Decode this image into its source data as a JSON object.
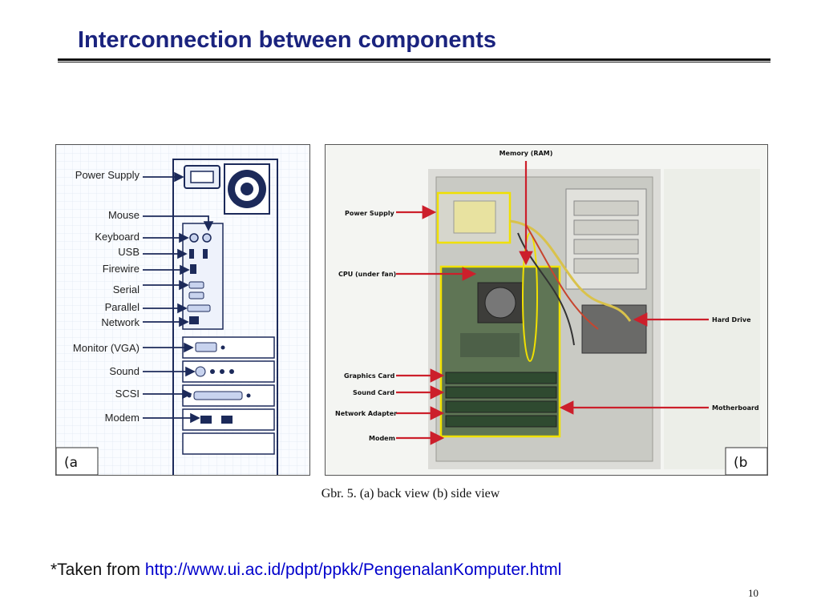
{
  "slide": {
    "title": "Interconnection between components",
    "caption": "Gbr. 5. (a) back view (b) side view",
    "credit_prefix": "*Taken from ",
    "credit_link": "http://www.ui.ac.id/pdpt/ppkk/PengenalanKomputer.html",
    "page_number": "10"
  },
  "figure_a": {
    "labels": [
      "Power Supply",
      "Mouse",
      "Keyboard",
      "USB",
      "Firewire",
      "Serial",
      "Parallel",
      "Network",
      "Monitor (VGA)",
      "Sound",
      "SCSI",
      "Modem"
    ],
    "corner_tag": "(a"
  },
  "figure_b": {
    "top_label": "Memory (RAM)",
    "left_labels": [
      "Power Supply",
      "CPU (under fan)",
      "Graphics Card",
      "Sound Card",
      "Network Adapter",
      "Modem"
    ],
    "right_labels": [
      "Hard Drive",
      "Motherboard"
    ],
    "corner_tag": "(b"
  },
  "colors": {
    "title": "#1a237e",
    "link": "#0000cc",
    "arrow": "#cc1f2b",
    "highlight": "#f0e000"
  }
}
